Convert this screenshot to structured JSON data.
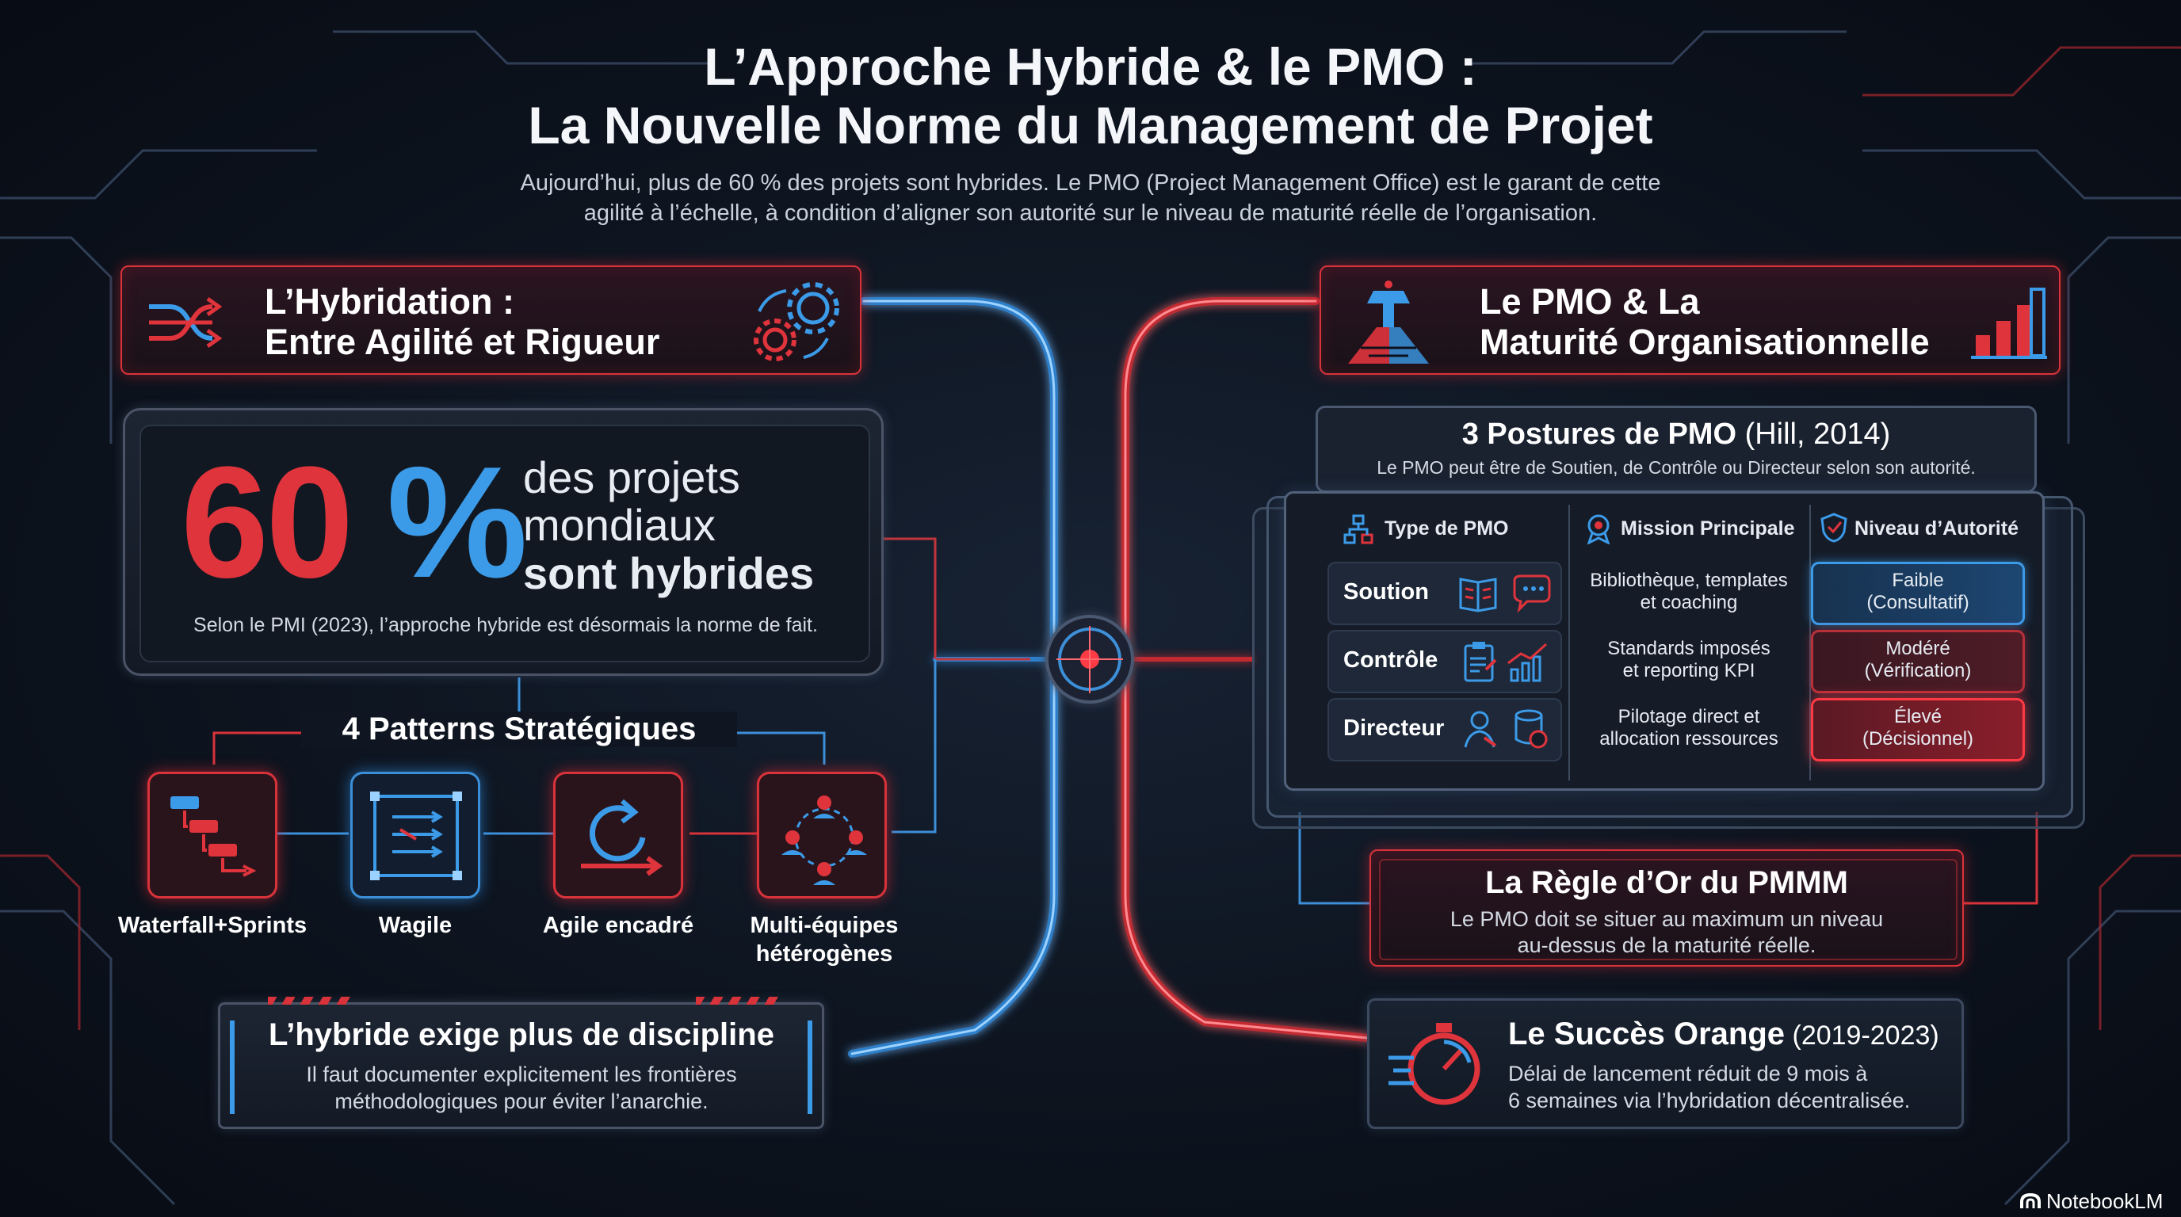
{
  "header": {
    "title_line1": "L’Approche Hybride & le PMO :",
    "title_line2": "La Nouvelle Norme du Management de Projet",
    "subtitle_line1": "Aujourd’hui, plus de 60 % des projets sont hybrides. Le PMO (Project Management Office) est le garant de cette",
    "subtitle_line2": "agilité à l’échelle, à condition d’aligner son autorité sur le niveau de maturité réelle de l’organisation."
  },
  "left": {
    "section_title_line1": "L’Hybridation :",
    "section_title_line2": "Entre Agilité et Rigueur",
    "stat": {
      "number": "60",
      "percent": "%",
      "line1": "des projets",
      "line2": "mondiaux",
      "line3": "sont hybrides",
      "caption": "Selon le PMI (2023), l’approche hybride est désormais la norme de fait."
    },
    "patterns_title": "4 Patterns Stratégiques",
    "patterns": [
      {
        "label_line1": "Waterfall+Sprints",
        "label_line2": "",
        "icon": "waterfall-steps-icon"
      },
      {
        "label_line1": "Wagile",
        "label_line2": "",
        "icon": "kanban-grid-icon"
      },
      {
        "label_line1": "Agile encadré",
        "label_line2": "",
        "icon": "cycle-arrow-icon"
      },
      {
        "label_line1": "Multi-équipes",
        "label_line2": "hétérogènes",
        "icon": "team-network-icon"
      }
    ],
    "discipline": {
      "title": "L’hybride exige plus de discipline",
      "line1": "Il faut documenter explicitement les frontières",
      "line2": "méthodologiques pour éviter l’anarchie."
    }
  },
  "right": {
    "section_title_line1": "Le PMO & La",
    "section_title_line2": "Maturité Organisationnelle",
    "postures": {
      "title_bold": "3 Postures de PMO",
      "title_light": " (Hill, 2014)",
      "subtitle": "Le PMO peut être de Soutien, de Contrôle ou Directeur selon son autorité.",
      "headers": [
        "Type de PMO",
        "Mission Principale",
        "Niveau d’Autorité"
      ],
      "rows": [
        {
          "type": "Soution",
          "mission_line1": "Bibliothèque, templates",
          "mission_line2": "et coaching",
          "level_line1": "Faible",
          "level_line2": "(Consultatif)"
        },
        {
          "type": "Contrôle",
          "mission_line1": "Standards imposés",
          "mission_line2": "et reporting KPI",
          "level_line1": "Modéré",
          "level_line2": "(Vérification)"
        },
        {
          "type": "Directeur",
          "mission_line1": "Pilotage direct et",
          "mission_line2": "allocation ressources",
          "level_line1": "Élevé",
          "level_line2": "(Décisionnel)"
        }
      ]
    },
    "rule": {
      "title": "La Règle d’Or du PMMM",
      "line1": "Le PMO doit se situer au maximum un niveau",
      "line2": "au-dessus de la maturité réelle."
    },
    "orange": {
      "title_bold": "Le Succès Orange",
      "title_light": " (2019-2023)",
      "line1": "Délai de lancement réduit de 9 mois à",
      "line2": "6 semaines via l’hybridation décentralisée."
    }
  },
  "footer": {
    "brand": "NotebookLM"
  },
  "colors": {
    "red": "#e0343c",
    "blue": "#3c9be8",
    "bg": "#0c111b"
  }
}
